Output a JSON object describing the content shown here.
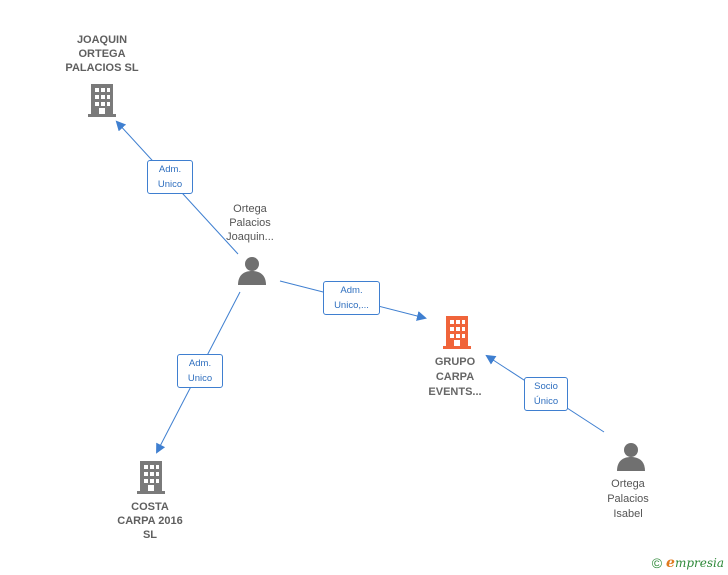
{
  "nodes": {
    "joaquin_ortega_sl": {
      "lines": [
        "JOAQUIN",
        "ORTEGA",
        "PALACIOS  SL"
      ],
      "type": "company"
    },
    "ortega_palacios_joaquin": {
      "lines": [
        "Ortega",
        "Palacios",
        "Joaquin..."
      ],
      "type": "person"
    },
    "grupo_carpa": {
      "lines": [
        "GRUPO",
        "CARPA",
        "EVENTS..."
      ],
      "type": "company",
      "highlight": true
    },
    "costa_carpa": {
      "lines": [
        "COSTA",
        "CARPA 2016",
        "SL"
      ],
      "type": "company"
    },
    "ortega_palacios_isabel": {
      "lines": [
        "Ortega",
        "Palacios",
        "Isabel"
      ],
      "type": "person"
    }
  },
  "edges": {
    "e1": {
      "from": "ortega_palacios_joaquin",
      "to": "joaquin_ortega_sl",
      "label": [
        "Adm.",
        "Unico"
      ]
    },
    "e2": {
      "from": "ortega_palacios_joaquin",
      "to": "grupo_carpa",
      "label": [
        "Adm.",
        "Unico,..."
      ]
    },
    "e3": {
      "from": "ortega_palacios_joaquin",
      "to": "costa_carpa",
      "label": [
        "Adm.",
        "Unico"
      ]
    },
    "e4": {
      "from": "ortega_palacios_isabel",
      "to": "grupo_carpa",
      "label": [
        "Socio",
        "Único"
      ]
    }
  },
  "colors": {
    "edge": "#3f7fd0",
    "company_icon": "#7a7a7a",
    "highlight_icon": "#f0643a",
    "person_icon": "#707070"
  },
  "footer": {
    "copyright": "©",
    "brand_initial": "e",
    "brand_rest": "mpresia"
  }
}
